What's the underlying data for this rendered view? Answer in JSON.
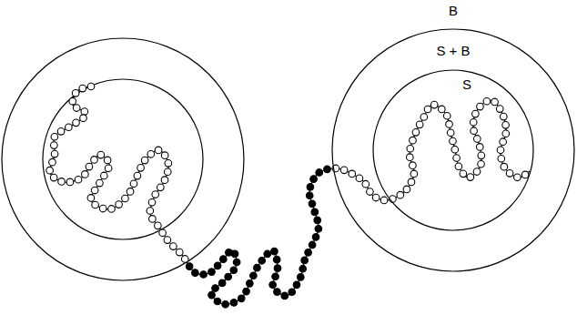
{
  "diagram": {
    "nodes": [
      {
        "text": [
          "S + B"
        ]
      },
      {
        "text": [
          "S"
        ],
        "in": 0
      }
    ],
    "labels": [
      "B"
    ]
  }
}
